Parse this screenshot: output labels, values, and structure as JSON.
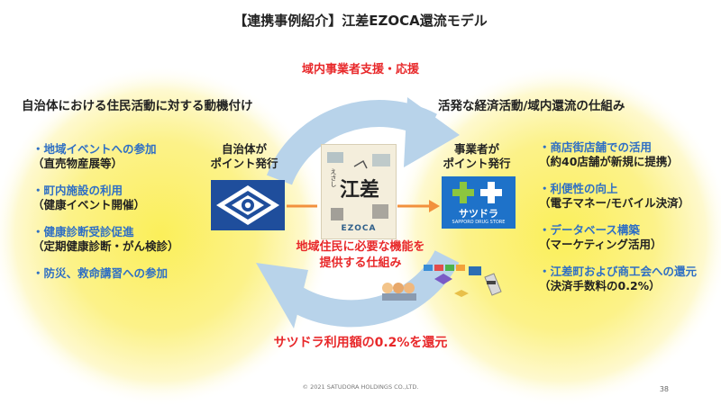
{
  "title": "【連携事例紹介】江差EZOCA還流モデル",
  "cycle": {
    "top_label": "域内事業者支援・応援",
    "center_label_line1": "地域住民に必要な機能を",
    "center_label_line2": "提供する仕組み",
    "bottom_label": "サツドラ利用額の0.2%を還元"
  },
  "left": {
    "heading": "自治体における住民活動に対する動機付け",
    "issuer_line1": "自治体が",
    "issuer_line2": "ポイント発行",
    "items": [
      {
        "main": "・地域イベントへの参加",
        "sub": "（直売物産展等）"
      },
      {
        "main": "・町内施設の利用",
        "sub": "（健康イベント開催）"
      },
      {
        "main": "・健康診断受診促進",
        "sub": "（定期健康診断・がん検診）"
      },
      {
        "main": "・防災、救命講習への参加",
        "sub": ""
      }
    ]
  },
  "right": {
    "heading": "活発な経済活動/域内還流の仕組み",
    "issuer_line1": "事業者が",
    "issuer_line2": "ポイント発行",
    "items": [
      {
        "main": "・商店街店舗での活用",
        "sub": "（約40店舗が新規に提携）"
      },
      {
        "main": "・利便性の向上",
        "sub": "（電子マネー/モバイル決済）"
      },
      {
        "main": "・データベース構築",
        "sub": "（マーケティング活用）"
      },
      {
        "main": "・江差町および商工会への還元",
        "sub": "（決済手数料の0.2%）"
      }
    ]
  },
  "card": {
    "vertical_text": "えさし",
    "main_text": "江差",
    "bottom_text": "EZOCA"
  },
  "logo": {
    "name": "サツドラ",
    "sub": "SAPPORO DRUG STORE"
  },
  "footer": "© 2021 SATUDORA HOLDINGS CO.,LTD.",
  "page_number": "38",
  "colors": {
    "accent_red": "#e8282a",
    "bullet_blue": "#2f6fc4",
    "cycle_arrow": "#b8d3ea",
    "circle_yellow": "#fbef5a",
    "town_blue": "#1f4e9c",
    "satudora_blue": "#1e72c9",
    "satudora_green": "#8cc63f",
    "connector_orange": "#f2913d"
  }
}
